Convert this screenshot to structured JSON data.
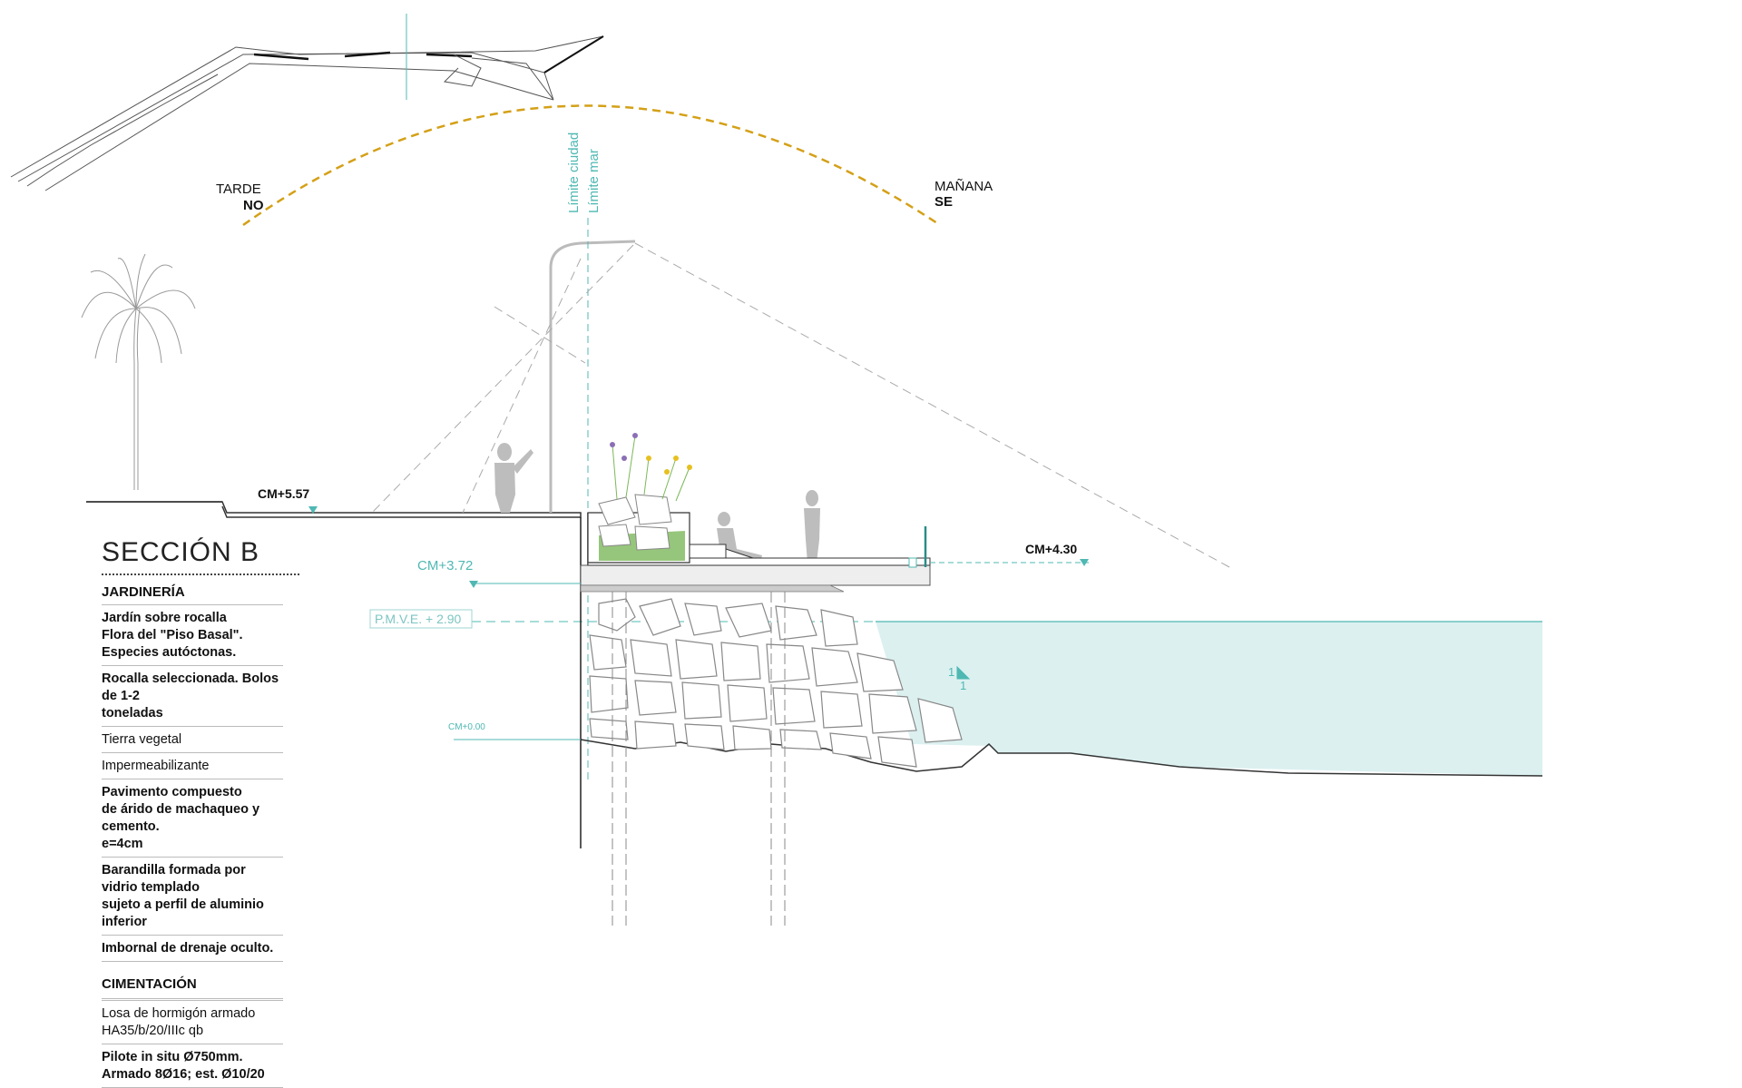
{
  "sun": {
    "evening_label": "TARDE",
    "evening_dir": "NO",
    "morning_label": "MAÑANA",
    "morning_dir": "SE"
  },
  "limits": {
    "city": "Límite ciudad",
    "sea": "Límite mar"
  },
  "levels": {
    "promenade": "CM+5.57",
    "slab": "CM+3.72",
    "deck": "CM+4.30",
    "pmve": "P.M.V.E. + 2.90",
    "zero": "CM+0.00",
    "slope_v": "1",
    "slope_h": "1"
  },
  "legend": {
    "title": "SECCIÓN B",
    "jardineria": {
      "heading": "JARDINERÍA",
      "items": [
        "Jardín sobre rocalla\nFlora del \"Piso Basal\".\nEspecies autóctonas.",
        "Rocalla seleccionada. Bolos de 1-2\ntoneladas",
        "Tierra vegetal",
        "Impermeabilizante",
        "Pavimento compuesto\nde árido de machaqueo y cemento.\ne=4cm",
        "Barandilla formada por vidrio templado\nsujeto a perfil de aluminio inferior",
        "Imbornal de drenaje oculto."
      ]
    },
    "cimentacion": {
      "heading": "CIMENTACIÓN",
      "items": [
        "Losa de hormigón armado HA35/b/20/IIIc qb",
        "Pilote in situ Ø750mm.\nArmado 8Ø16; est. Ø10/20"
      ]
    }
  },
  "colors": {
    "sun_path": "#d4a017",
    "teal": "#4fb8b3",
    "water": "#dcf0f0",
    "vegetation": "#7cb85a"
  }
}
